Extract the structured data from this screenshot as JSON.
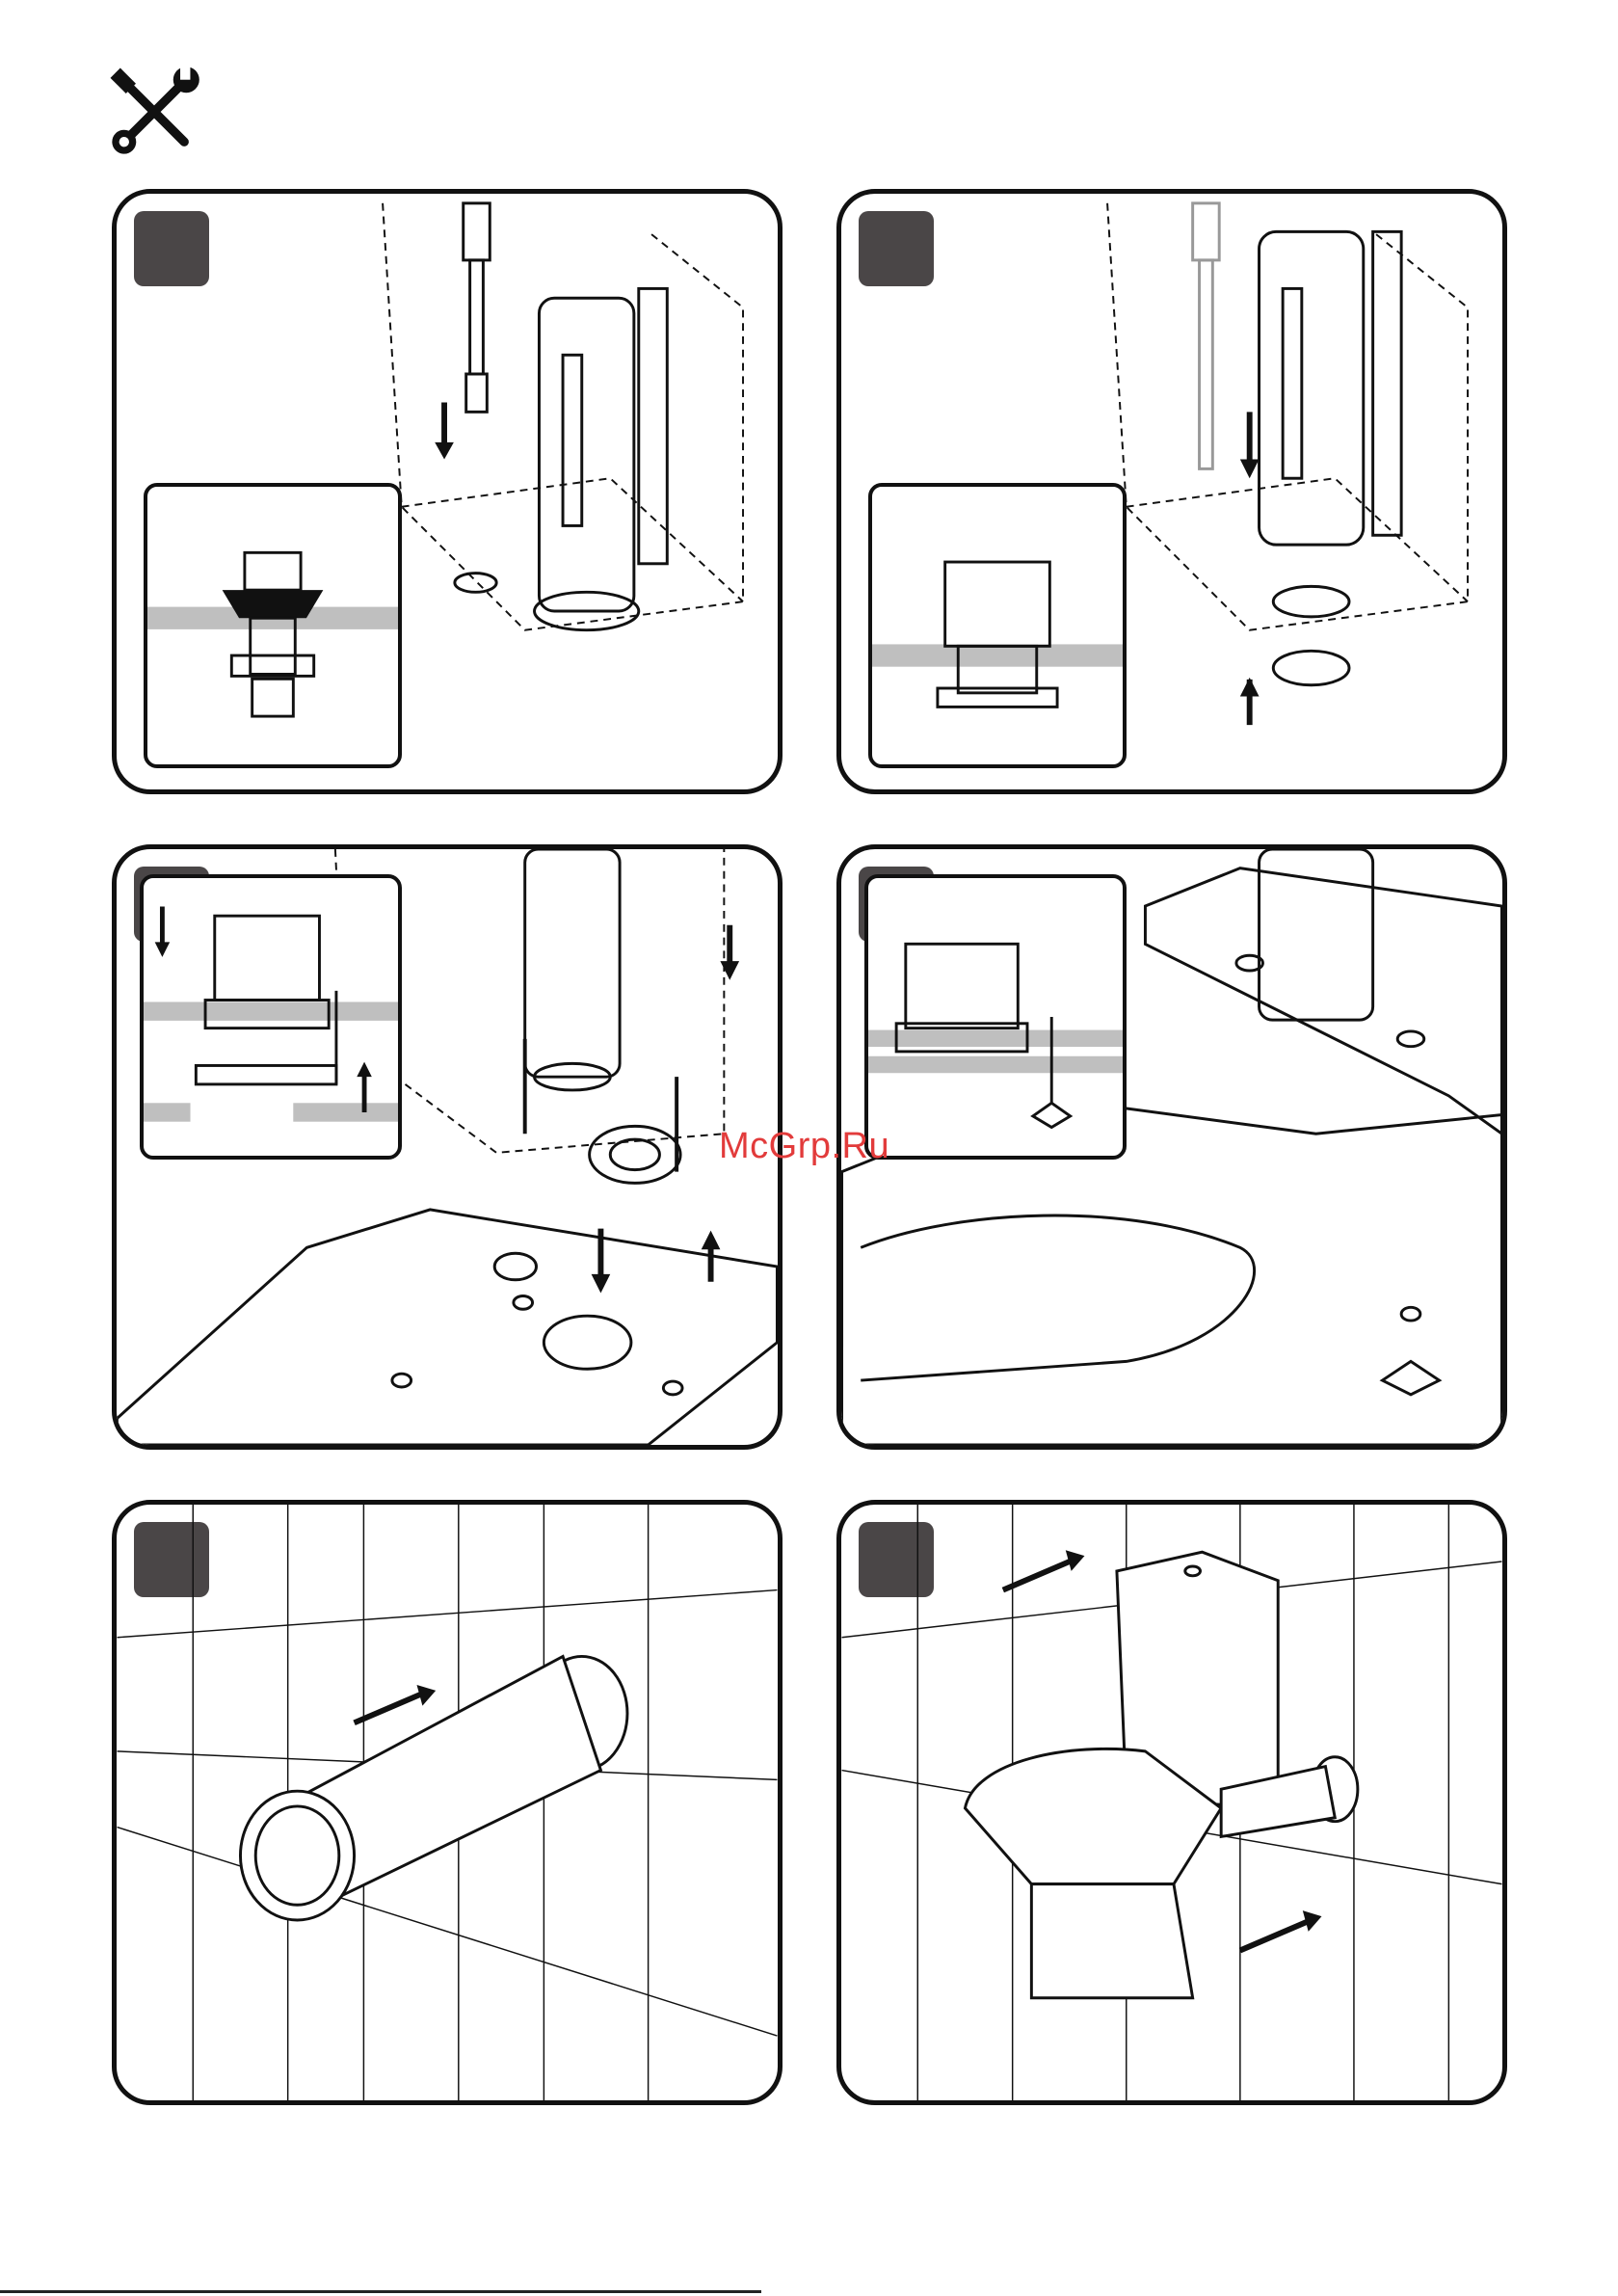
{
  "header": {
    "tools_icon": "wrench-screwdriver-icon"
  },
  "watermark": {
    "text": "McGrp.Ru"
  },
  "steps": [
    {
      "id": 1,
      "illustration": "fill-valve-and-flush-valve-installation"
    },
    {
      "id": 2,
      "illustration": "flush-valve-seal-fitting"
    },
    {
      "id": 3,
      "illustration": "cistern-bolts-and-gasket"
    },
    {
      "id": 4,
      "illustration": "cistern-mounted-on-pan"
    },
    {
      "id": 5,
      "illustration": "pan-connector-into-wall"
    },
    {
      "id": 6,
      "illustration": "toilet-pushed-to-wall"
    }
  ],
  "colors": {
    "badge": "#4a4647",
    "outline": "#111111",
    "watermark": "#e23b3b"
  }
}
